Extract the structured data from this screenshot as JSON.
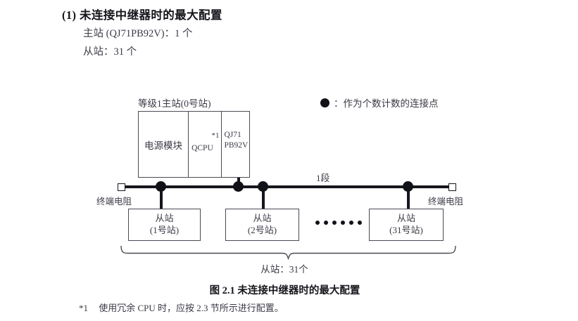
{
  "heading": {
    "title": "(1) 未连接中继器时的最大配置",
    "line_1": "主站 (QJ71PB92V)：1 个",
    "line_2": "从站：31 个"
  },
  "legend": {
    "symbol": "filled-circle",
    "text": "：作为个数计数的连接点"
  },
  "diagram": {
    "master": {
      "label": "等级1主站(0号站)",
      "cells": {
        "power_supply": "电源模块",
        "cpu": "QCPU",
        "cpu_note": "*1",
        "master_module_line_1": "QJ71",
        "master_module_line_2": "PB92V"
      }
    },
    "bus": {
      "segment_label": "1段",
      "terminator_left_label": "终端电阻",
      "terminator_right_label": "终端电阻",
      "connection_point_count": 4
    },
    "slaves": [
      {
        "title": "从站",
        "station": "(1号站)"
      },
      {
        "title": "从站",
        "station": "(2号站)"
      },
      {
        "title": "从站",
        "station": "(31号站)"
      }
    ],
    "brace_label": "从站：31个"
  },
  "caption": "图 2.1  未连接中继器时的最大配置",
  "footnote": {
    "marker": "*1",
    "text": "使用冗余 CPU 时，应按 2.3 节所示进行配置。"
  },
  "colors": {
    "ink": "#16161c",
    "text": "#3a3a46",
    "line": "#4a4a55",
    "background": "#ffffff"
  }
}
